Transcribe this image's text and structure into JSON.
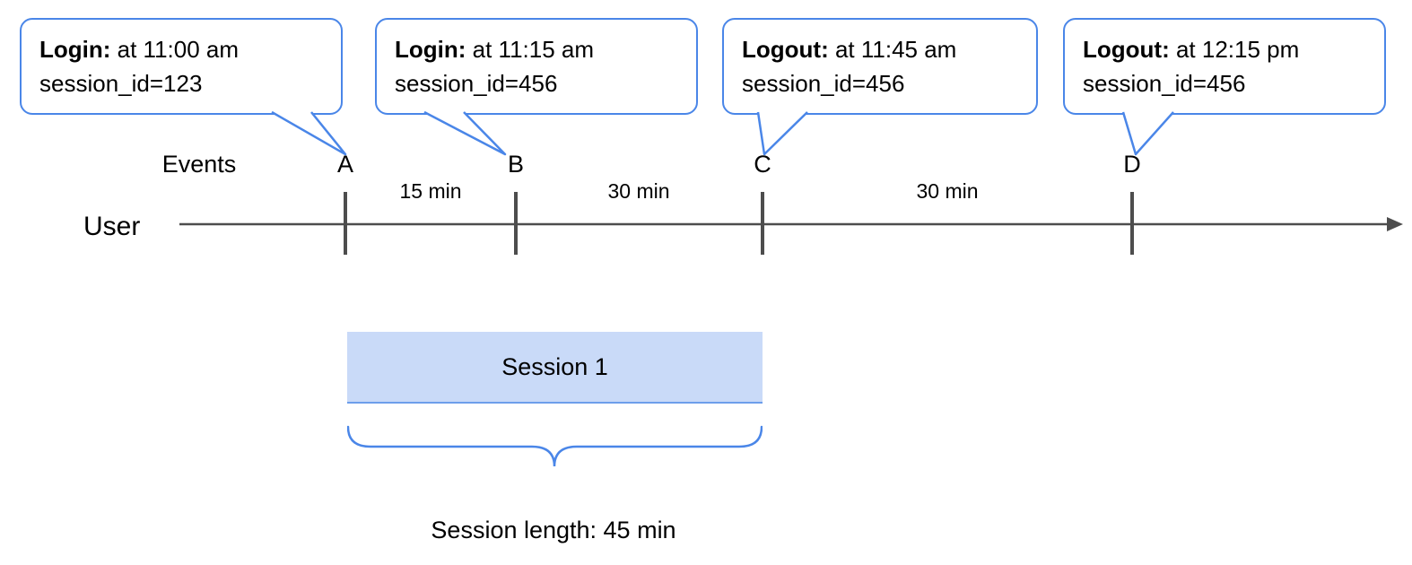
{
  "diagram": {
    "callouts": [
      {
        "bold": "Login:",
        "rest": " at 11:00 am",
        "session": "session_id=123"
      },
      {
        "bold": "Login:",
        "rest": " at 11:15 am",
        "session": "session_id=456"
      },
      {
        "bold": "Logout:",
        "rest": " at 11:45 am",
        "session": "session_id=456"
      },
      {
        "bold": "Logout:",
        "rest": " at 12:15 pm",
        "session": "session_id=456"
      }
    ],
    "events_label": "Events",
    "user_label": "User",
    "events": [
      "A",
      "B",
      "C",
      "D"
    ],
    "intervals": [
      "15 min",
      "30 min",
      "30 min"
    ],
    "session_box": "Session 1",
    "session_length": "Session length: 45 min",
    "colors": {
      "callout_border": "#4a86e8",
      "session_fill": "#c9daf8",
      "timeline": "#4d4d4d"
    }
  }
}
